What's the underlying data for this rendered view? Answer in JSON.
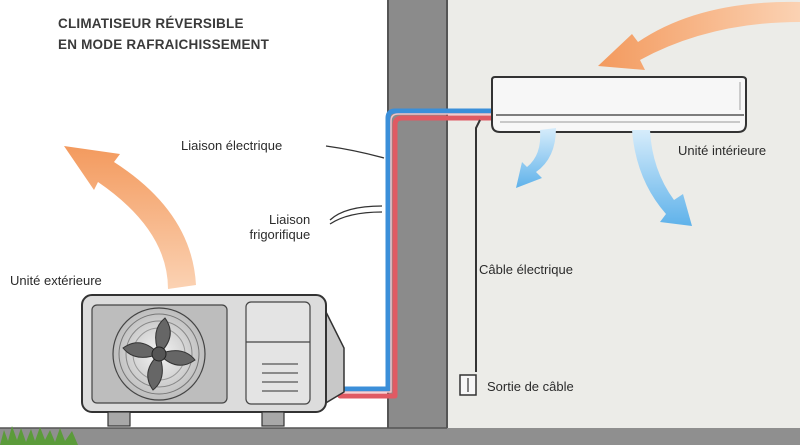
{
  "title": {
    "line1": "CLIMATISEUR RÉVERSIBLE",
    "line2": "EN MODE RAFRAICHISSEMENT"
  },
  "labels": {
    "electrical_link": "Liaison électrique",
    "refrigerant_link_line1": "Liaison",
    "refrigerant_link_line2": "frigorifique",
    "outdoor_unit": "Unité extérieure",
    "indoor_unit": "Unité intérieure",
    "electric_cable": "Câble électrique",
    "cable_outlet": "Sortie de câble"
  },
  "colors": {
    "warm_air": "#f6a06a",
    "cold_air": "#5fb4ec",
    "refrigerant_hot": "#e05a63",
    "refrigerant_cold": "#3b8fd9",
    "wall": "#8a8a8a",
    "room": "#ededea"
  }
}
